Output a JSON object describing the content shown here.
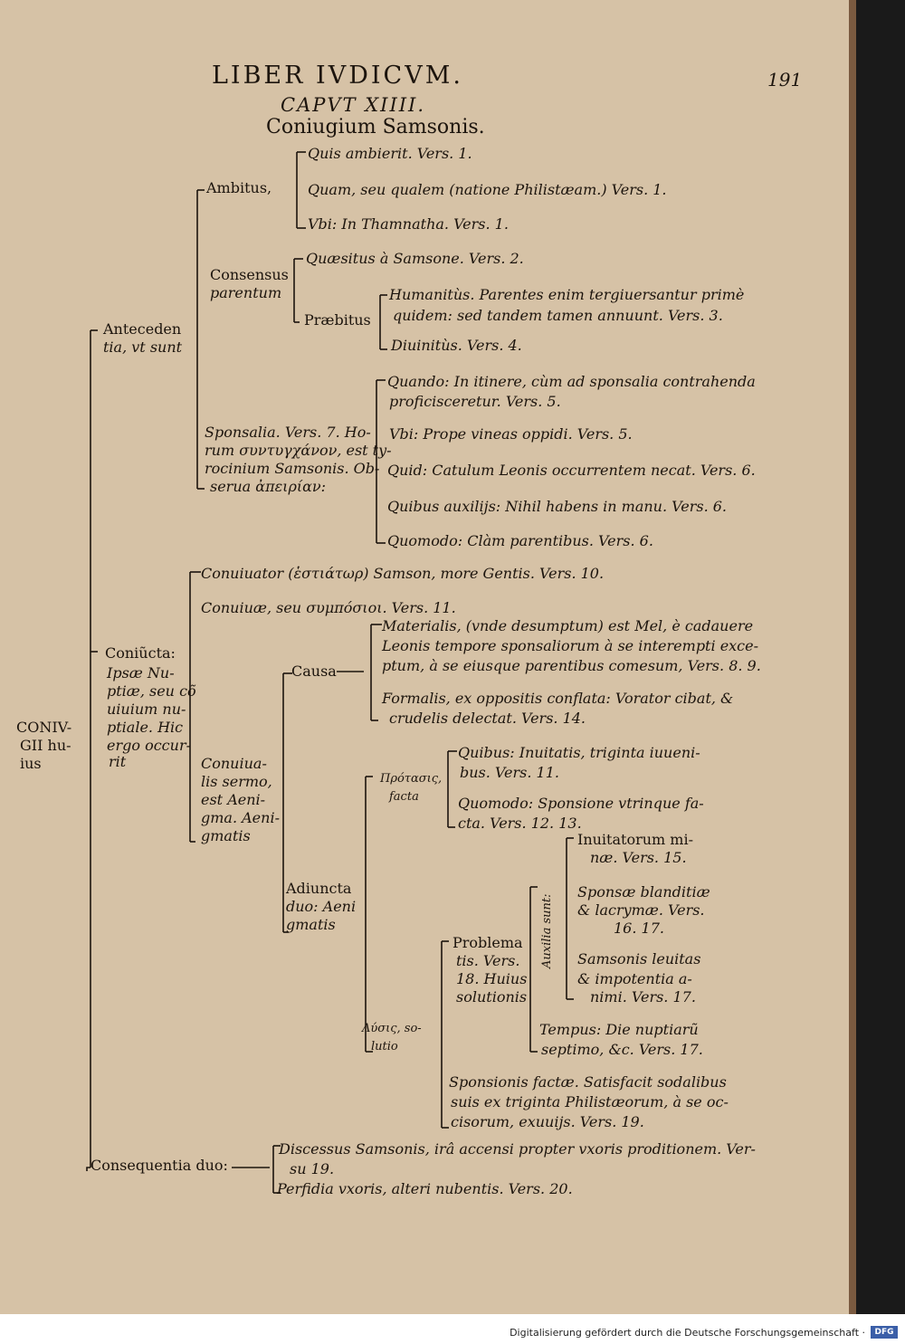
{
  "header": {
    "running_title": "LIBER IVDICVM.",
    "page_number": "191",
    "chapter": "CAPVT XIIII.",
    "title": "Coniugium Samsonis."
  },
  "tree": {
    "root_a": "CONIV-",
    "root_b": "GII hu-",
    "root_c": "ius",
    "antec_a": "Anteceden",
    "antec_b": "tia, vt sunt",
    "ambitus": "Ambitus,",
    "amb1": "Quis ambierit. Vers. 1.",
    "amb2": "Quam, seu qualem (natione Philistæam.) Vers. 1.",
    "amb3": "Vbi: In Thamnatha. Vers. 1.",
    "cons_a": "Consensus",
    "cons_b": "parentum",
    "quaes": "Quæsitus à Samsone. Vers. 2.",
    "praeb": "Præbitus",
    "hum_a": "Humanitùs. Parentes enim tergiuersantur primè",
    "hum_b": "quidem: sed tandem tamen annuunt. Vers. 3.",
    "diu": "Diuinitùs. Vers. 4.",
    "spo_a": "Sponsalia. Vers. 7. Ho-",
    "spo_b": "rum συντυγχάνον, est ty-",
    "spo_c": "rocinium Samsonis. Ob-",
    "spo_d": "serua ἀπειρίαν:",
    "quando_a": "Quando: In itinere, cùm ad sponsalia contrahenda",
    "quando_b": "proficisceretur. Vers. 5.",
    "vbi2": "Vbi: Prope vineas oppidi. Vers. 5.",
    "quid": "Quid: Catulum Leonis occurrentem necat. Vers. 6.",
    "quibus": "Quibus auxilijs: Nihil habens in manu. Vers. 6.",
    "quomodo": "Quomodo: Clàm parentibus. Vers. 6.",
    "coni_a": "Coniũcta:",
    "coni_b": "Ipsæ Nu-",
    "coni_c": "ptiæ, seu cõ",
    "coni_d": "uiuium nu-",
    "coni_e": "ptiale. Hic",
    "coni_f": "ergo occur-",
    "coni_g": "rit",
    "conuiuator": "Conuiuator (ἑστιάτωρ) Samson, more Gentis. Vers. 10.",
    "conuiuae": "Conuiuæ, seu συμπόσιοι. Vers. 11.",
    "sermo_a": "Conuiua-",
    "sermo_b": "lis sermo,",
    "sermo_c": "est Aeni-",
    "sermo_d": "gma. Aeni-",
    "sermo_e": "gmatis",
    "causa": "Causa",
    "mat_a": "Materialis, (vnde desumptum) est Mel, è cadauere",
    "mat_b": "Leonis tempore sponsaliorum à se interempti exce-",
    "mat_c": "ptum, à se eiusque parentibus comesum, Vers. 8. 9.",
    "form_a": "Formalis, ex oppositis conflata: Vorator cibat, &",
    "form_b": "crudelis delectat. Vers. 14.",
    "protasis_a": "Πρότασις,",
    "protasis_b": "facta",
    "quib2_a": "Quibus: Inuitatis, triginta iuueni-",
    "quib2_b": "bus. Vers. 11.",
    "quom2_a": "Quomodo: Sponsione vtrinque fa-",
    "quom2_b": "cta. Vers. 12. 13.",
    "adi_a": "Adiuncta",
    "adi_b": "duo: Aeni",
    "adi_c": "gmatis",
    "lysis_a": "Λύσις, so-",
    "lysis_b": "lutio",
    "prob_a": "Problema",
    "prob_b": "tis. Vers.",
    "prob_c": "18. Huius",
    "prob_d": "solutionis",
    "auxilia": "Auxilia sunt:",
    "inu_a": "Inuitatorum mi-",
    "inu_b": "næ. Vers. 15.",
    "spon_a": "Sponsæ blanditiæ",
    "spon_b": "& lacrymæ. Vers.",
    "spon_c": "16. 17.",
    "sam_a": "Samsonis leuitas",
    "sam_b": "& impotentia a-",
    "sam_c": "nimi. Vers. 17.",
    "temp_a": "Tempus: Die nuptiarũ",
    "temp_b": "septimo, &c. Vers. 17.",
    "sponsio_a": "Sponsionis factæ. Satisfacit sodalibus",
    "sponsio_b": "suis ex triginta Philistæorum, à se oc-",
    "sponsio_c": "cisorum, exuuijs. Vers. 19.",
    "conseq": "Consequentia duo:",
    "disc_a": "Discessus Samsonis, irâ accensi propter vxoris proditionem. Ver-",
    "disc_b": "su 19.",
    "perf": "Perfidia vxoris, alteri nubentis. Vers. 20."
  },
  "footer": {
    "credit": "Digitalisierung gefördert durch die Deutsche Forschungsgemeinschaft ·",
    "logo": "DFG"
  }
}
